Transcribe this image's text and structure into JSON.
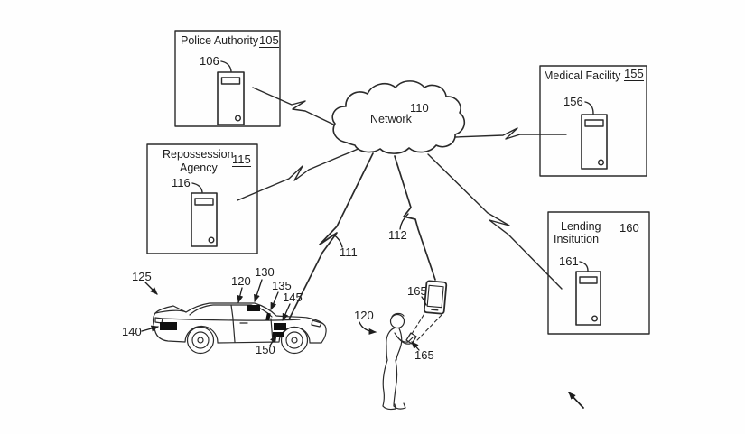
{
  "diagram": {
    "nodes": {
      "police": {
        "title": "Police Authority",
        "ref": "105",
        "server_ref": "106"
      },
      "repossession": {
        "title_line1": "Repossession",
        "title_line2": "Agency",
        "ref": "115",
        "server_ref": "116"
      },
      "medical": {
        "title": "Medical Facility",
        "ref": "155",
        "server_ref": "156"
      },
      "lending": {
        "title_line1": "Lending",
        "title_line2": "Insitution",
        "ref": "160",
        "server_ref": "161"
      },
      "network": {
        "title": "Network",
        "ref": "110"
      }
    },
    "callouts": {
      "link_vehicle": "111",
      "link_mobile": "112",
      "vehicle": "125",
      "vehicle_rear_device": "140",
      "vehicle_roof": "120",
      "vehicle_roof_device": "130",
      "vehicle_pillar_device": "135",
      "vehicle_front_device_upper": "145",
      "vehicle_front_device_lower": "150",
      "user": "120",
      "mobile_device_zoom": "165",
      "mobile_device_hand": "165"
    },
    "colors": {
      "ink": "#2a2a2a",
      "device_fill": "#101010",
      "background": "#fefefe"
    }
  }
}
